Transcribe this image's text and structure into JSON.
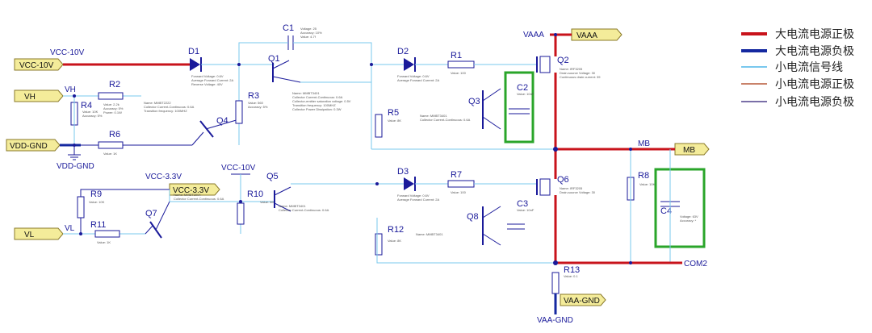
{
  "legend": [
    {
      "label": "大电流电源正极",
      "color": "#c8131b"
    },
    {
      "label": "大电流电源负极",
      "color": "#1428a0"
    },
    {
      "label": "小电流信号线",
      "color": "#79c8ee"
    },
    {
      "label": "小电流电源正极",
      "color": "#c9826a"
    },
    {
      "label": "小电流电源负极",
      "color": "#7a6fa8"
    }
  ],
  "ports": {
    "vcc10v": "VCC-10V",
    "vh": "VH",
    "vddgnd": "VDD-GND",
    "vl": "VL",
    "vcc33": "VCC-3.3V",
    "vaaa": "VAAA",
    "mb": "MB",
    "vaagnd": "VAA-GND"
  },
  "nets": {
    "vcc10v": "VCC-10V",
    "vh": "VH",
    "vddgnd": "VDD-GND",
    "vl": "VL",
    "vcc33": "VCC-3.3V",
    "vcc10v_b": "VCC-10V",
    "vaaa": "VAAA",
    "mb": "MB",
    "com2": "COM2",
    "vaagnd": "VAA-GND"
  },
  "refs": {
    "D1": "D1",
    "C1": "C1",
    "Q1": "Q1",
    "R2": "R2",
    "R3": "R3",
    "R4": "R4",
    "R6": "R6",
    "Q4": "Q4",
    "D2": "D2",
    "R1": "R1",
    "Q2": "Q2",
    "C2": "C2",
    "Q3": "Q3",
    "R5": "R5",
    "R9": "R9",
    "R11": "R11",
    "Q7": "Q7",
    "Q5": "Q5",
    "R10": "R10",
    "D3": "D3",
    "R7": "R7",
    "Q6": "Q6",
    "C3": "C3",
    "Q8": "Q8",
    "R12": "R12",
    "R8": "R8",
    "C4": "C4",
    "R13": "R13"
  }
}
